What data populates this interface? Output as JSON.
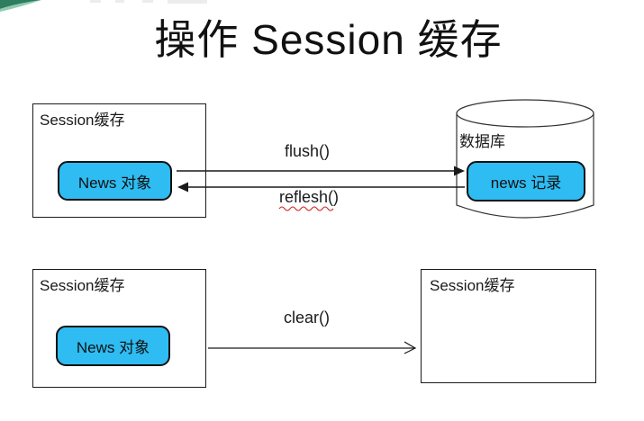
{
  "title": "操作 Session 缓存",
  "top_row": {
    "session_box": {
      "label": "Session缓存",
      "object": "News 对象"
    },
    "database": {
      "label": "数据库",
      "record": "news 记录"
    },
    "flush_arrow_label": "flush()",
    "reflesh_arrow_label": "reflesh()"
  },
  "bottom_row": {
    "session_box": {
      "label": "Session缓存",
      "object": "News 对象"
    },
    "empty_session_box": {
      "label": "Session缓存"
    },
    "clear_arrow_label": "clear()"
  },
  "colors": {
    "object_fill": "#2EBCF2",
    "outline": "#1a1a1a",
    "spellcheck_underline": "#d03030",
    "logo_green_dark": "#2E7D5F",
    "logo_green_light": "#8FCBB0"
  }
}
